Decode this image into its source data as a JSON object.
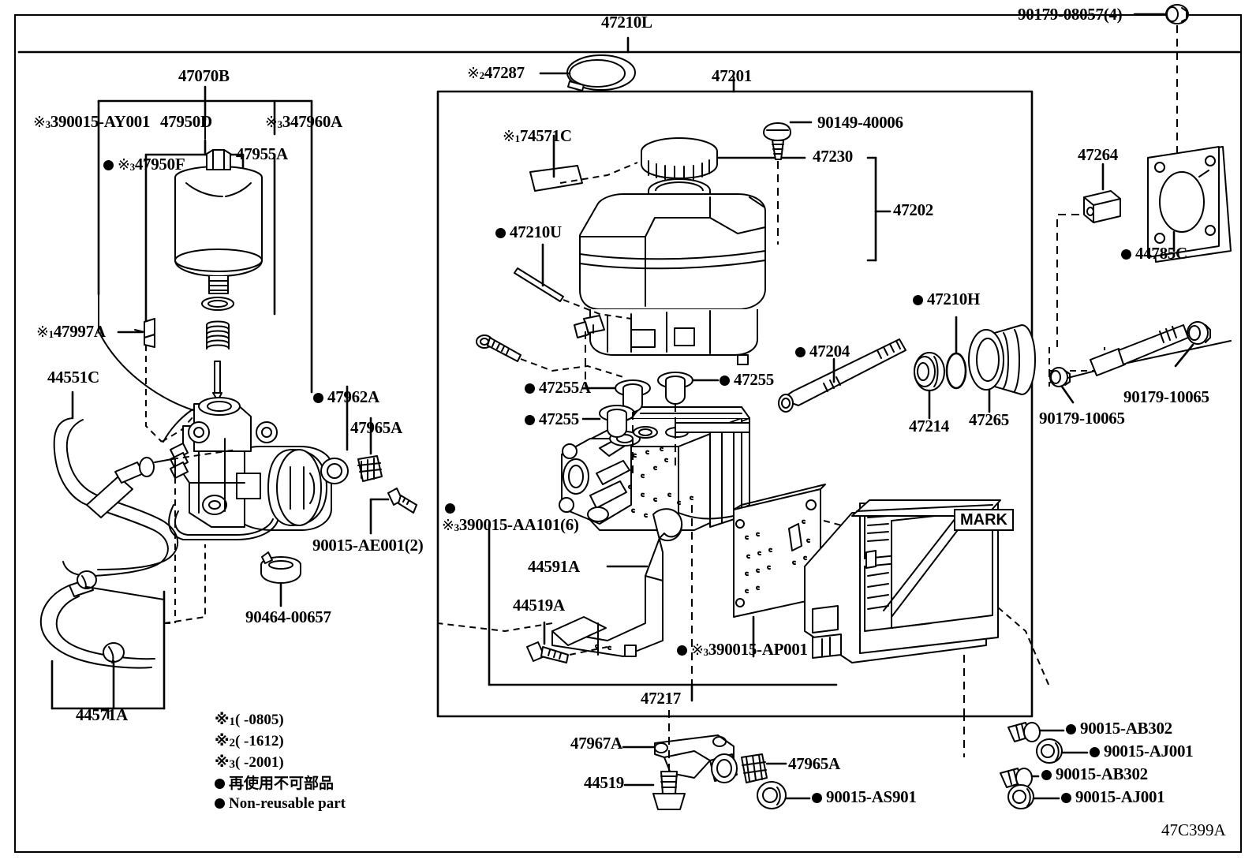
{
  "diagram": {
    "code": "47C399A",
    "mark_callout": "MARK"
  },
  "groups": {
    "pump_assembly": "47070B",
    "actuator_assembly": "47201",
    "reservoir_group": "47202",
    "brake_actuator_group": "47210L",
    "ecu_group": "47217",
    "hose_group": "44571A"
  },
  "labels": {
    "top_center_assembly": "47210L",
    "snap_ring": "47287",
    "snap_ring_ref": "2",
    "actuator": "47201",
    "screw_reservoir": "90149-40006",
    "cap": "47230",
    "reservoir": "47202",
    "label_plate": "74571C",
    "label_plate_ref": "1",
    "grommet_u": "47210U",
    "nut_top_right": "90179-08057(4)",
    "clip": "47264",
    "gasket": "44785C",
    "piston_rod": "47204",
    "oring_h": "47210H",
    "retainer": "47214",
    "boot": "47265",
    "nut_left": "90179-10065",
    "nut_right": "90179-10065",
    "grommet_a": "47255A",
    "grommet_b": "47255",
    "grommet_c": "47255",
    "pump_bracket_group": "47070B",
    "pump_motor_ay": "390015-AY001",
    "pump_motor_ay_ref": "3",
    "accumulator": "47950D",
    "accumulator_sub": "47950F",
    "accumulator_sub_ref": "3",
    "pump_sub": "347960A",
    "pump_sub_ref": "3",
    "pump_body": "47955A",
    "oring_97a": "47997A",
    "oring_97a_ref": "1",
    "hose_44551c": "44551C",
    "oring_47962a": "47962A",
    "filter_47965a": "47965A",
    "bolt_90015_ae001": "90015-AE001(2)",
    "clamp_90464": "90464-00657",
    "hose_44571a": "44571A",
    "bolt_set_aa101": "390015-AA101(6)",
    "bolt_set_aa101_ref": "3",
    "bracket_44591a": "44591A",
    "bolt_44519a": "44519A",
    "bolt_set_ap001": "390015-AP001",
    "bolt_set_ap001_ref": "3",
    "ecu_47217": "47217",
    "bracket_47967a": "47967A",
    "bolt_44519": "44519",
    "filter_47965a_b": "47965A",
    "washer_90015_as901": "90015-AS901",
    "bolt_ab302_1": "90015-AB302",
    "nut_aj001_1": "90015-AJ001",
    "bolt_ab302_2": "90015-AB302",
    "nut_aj001_2": "90015-AJ001"
  },
  "legend": {
    "note1_ref": "1",
    "note1": "(      -0805)",
    "note2_ref": "2",
    "note2": "(      -1612)",
    "note3_ref": "3",
    "note3": "(      -2001)",
    "nonreusable_jp": "再使用不可部品",
    "nonreusable_en": "Non-reusable part"
  }
}
